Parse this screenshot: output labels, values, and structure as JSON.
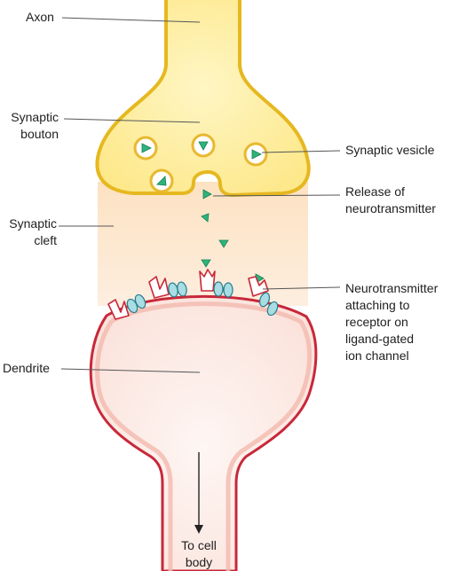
{
  "labels": {
    "axon": "Axon",
    "synaptic_bouton": "Synaptic\nbouton",
    "synaptic_cleft": "Synaptic\ncleft",
    "dendrite": "Dendrite",
    "synaptic_vesicle": "Synaptic vesicle",
    "release": "Release of\nneurotransmitter",
    "attaching": "Neurotransmitter\nattaching to\nreceptor on\nligand-gated\nion channel",
    "to_cell_body": "To cell\nbody"
  },
  "colors": {
    "axon_fill": "#fdeea0",
    "axon_outline": "#e6b820",
    "cleft_fill": "#fde6cc",
    "dendrite_fill": "#fdeeea",
    "dendrite_outline": "#c8283a",
    "neurotransmitter": "#2fb37a",
    "channel_fill": "#a8dde3",
    "channel_outline": "#2a7d8c",
    "leader_line": "#555555",
    "text": "#1e1e1e"
  }
}
